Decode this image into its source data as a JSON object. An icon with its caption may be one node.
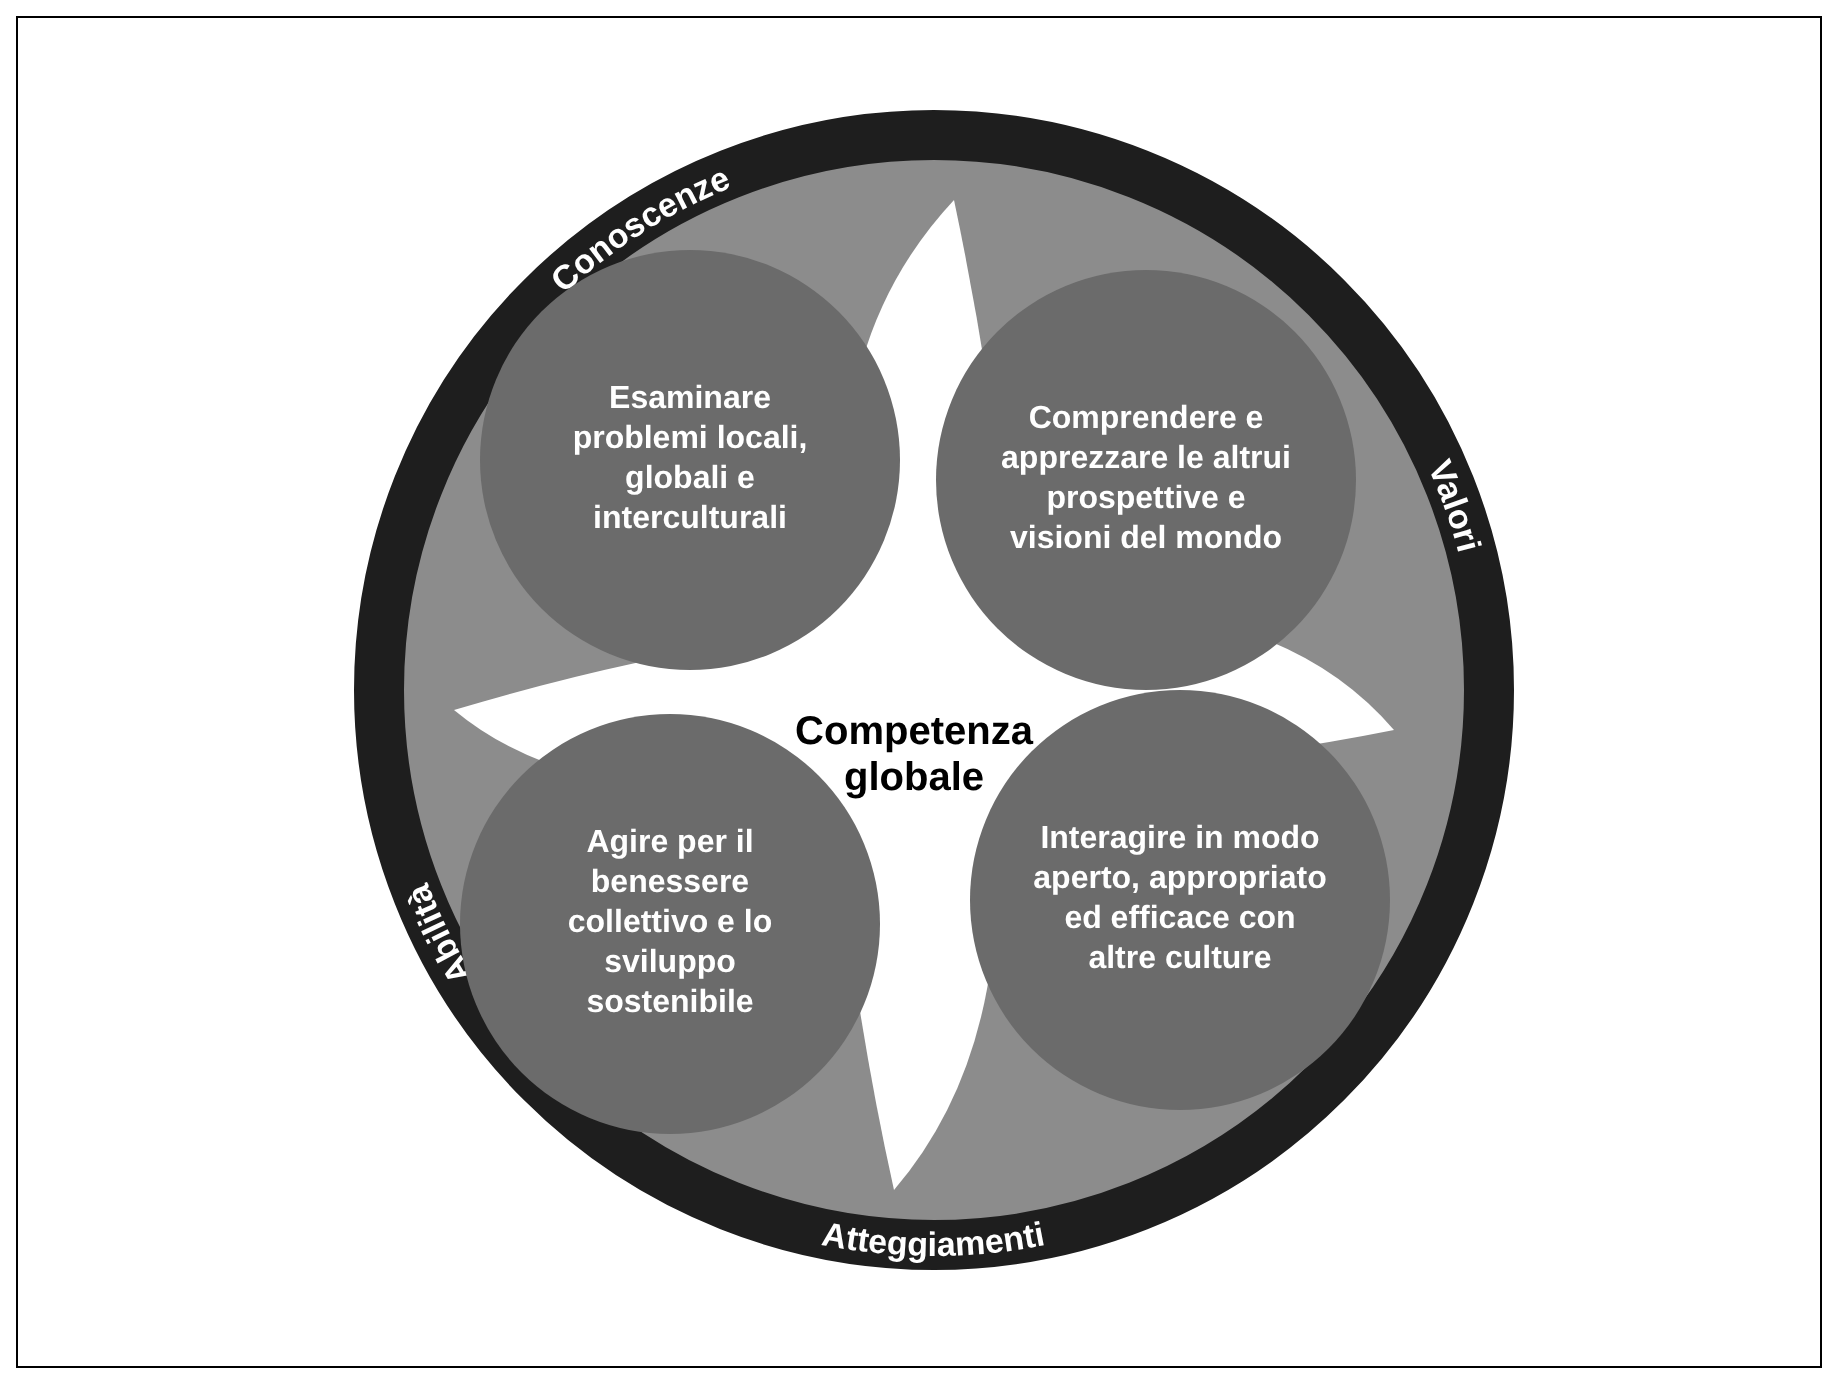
{
  "diagram": {
    "nodes": [
      {
        "text": [
          "Conoscenze",
          "Valori",
          "Abilità",
          "Atteggiamenti"
        ]
      },
      {
        "text": [
          "Esaminare problemi locali, globali e interculturali"
        ],
        "in": 0
      },
      {
        "text": [
          "Comprendere e apprezzare le altrui prospettive e visioni del mondo"
        ],
        "in": 0
      },
      {
        "text": [
          "Interagire in modo aperto, appropriato ed efficace con altre culture"
        ],
        "in": 0
      },
      {
        "text": [
          "Agire per il benessere collettivo e lo sviluppo sostenibile"
        ],
        "in": 0
      },
      {
        "text": [
          "Competenza globale"
        ],
        "in": 0
      }
    ],
    "edges": []
  }
}
